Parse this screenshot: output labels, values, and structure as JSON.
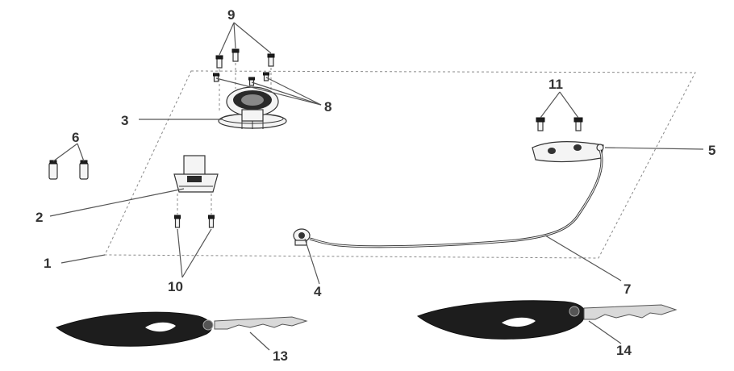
{
  "callouts": {
    "c1": "1",
    "c2": "2",
    "c3": "3",
    "c4": "4",
    "c5": "5",
    "c6": "6",
    "c7": "7",
    "c8": "8",
    "c9": "9",
    "c10": "10",
    "c11": "11",
    "c13": "13",
    "c14": "14"
  }
}
